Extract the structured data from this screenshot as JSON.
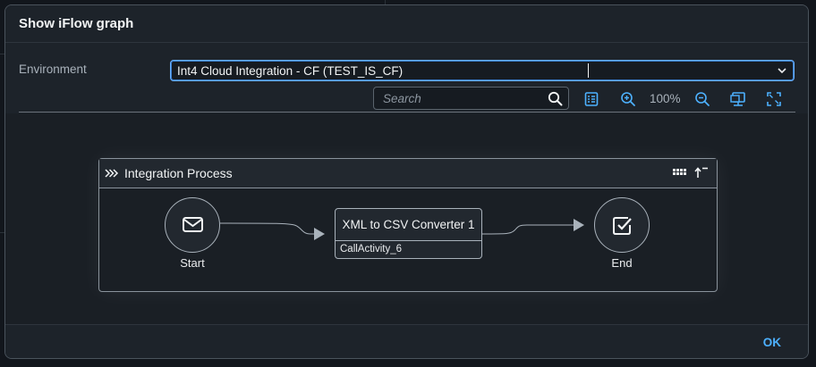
{
  "dialog": {
    "title": "Show iFlow graph",
    "ok_label": "OK"
  },
  "environment": {
    "label": "Environment",
    "value": "Int4 Cloud Integration - CF (TEST_IS_CF)"
  },
  "toolbar": {
    "search_placeholder": "Search",
    "zoom_level": "100%",
    "icons": [
      "legend-icon",
      "zoom-in-icon",
      "zoom-out-icon",
      "fit-screen-icon",
      "fullscreen-icon"
    ]
  },
  "process": {
    "title": "Integration Process",
    "start_label": "Start",
    "end_label": "End",
    "task_title": "XML to CSV Converter 1",
    "task_subtitle": "CallActivity_6"
  },
  "colors": {
    "accent": "#4db1ff",
    "dialog_bg": "#1d232a",
    "border": "#a9b2bb"
  }
}
